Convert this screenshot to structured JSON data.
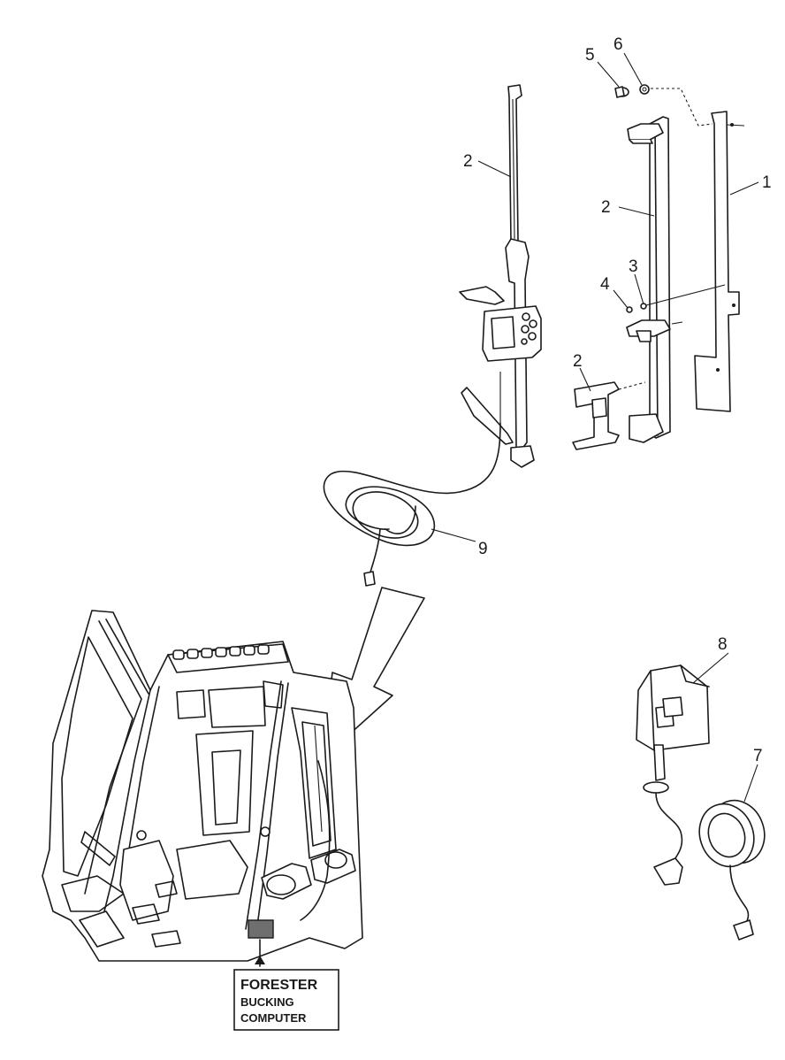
{
  "callouts": [
    {
      "id": "part-1",
      "label": "1"
    },
    {
      "id": "part-2a",
      "label": "2"
    },
    {
      "id": "part-2b",
      "label": "2"
    },
    {
      "id": "part-2c",
      "label": "2"
    },
    {
      "id": "part-3",
      "label": "3"
    },
    {
      "id": "part-4",
      "label": "4"
    },
    {
      "id": "part-5",
      "label": "5"
    },
    {
      "id": "part-6",
      "label": "6"
    },
    {
      "id": "part-7",
      "label": "7"
    },
    {
      "id": "part-8",
      "label": "8"
    },
    {
      "id": "part-9",
      "label": "9"
    }
  ],
  "computer_box": {
    "line1": "FORESTER",
    "line2": "BUCKING",
    "line3": "COMPUTER"
  }
}
